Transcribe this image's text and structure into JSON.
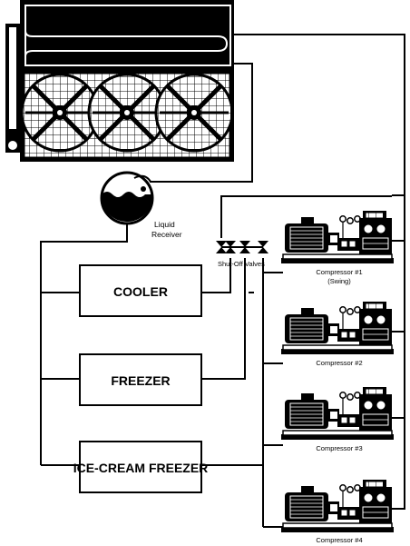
{
  "labels": {
    "liquid_receiver_line1": "Liquid",
    "liquid_receiver_line2": "Receiver",
    "shutoff_valves": "Shut-Off Valves",
    "cooler": "COOLER",
    "freezer": "FREEZER",
    "icecream_freezer": "ICE-CREAM FREEZER"
  },
  "compressors": [
    {
      "name": "Compressor #1",
      "sub": "(Swing)"
    },
    {
      "name": "Compressor #2",
      "sub": ""
    },
    {
      "name": "Compressor #3",
      "sub": ""
    },
    {
      "name": "Compressor #4",
      "sub": ""
    }
  ],
  "colors": {
    "line": "#000000",
    "fill": "#ffffff"
  }
}
